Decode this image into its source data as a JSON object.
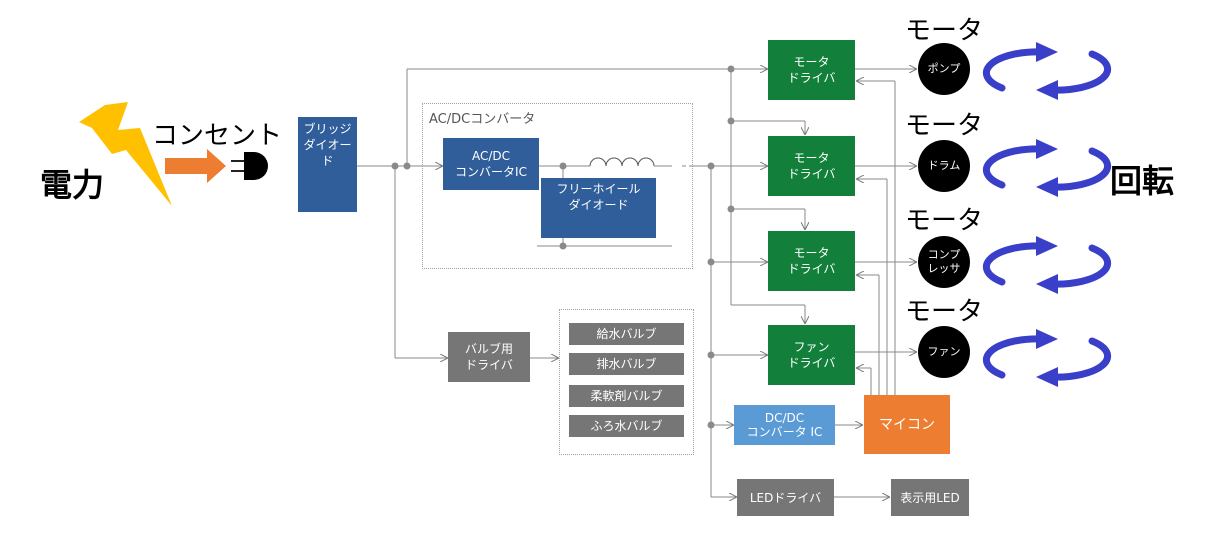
{
  "power_label": "電力",
  "outlet_label": "コンセント",
  "rotation_label": "回転",
  "bridge_diode": [
    "ブリッジ",
    "ダイオード"
  ],
  "acdc_group_label": "AC/DCコンバータ",
  "acdc_ic": [
    "AC/DC",
    "コンバータIC"
  ],
  "freewheel_diode": [
    "フリーホイール",
    "ダイオード"
  ],
  "valve_driver": [
    "バルブ用",
    "ドライバ"
  ],
  "valves": [
    "給水バルブ",
    "排水バルブ",
    "柔軟剤バルブ",
    "ふろ水バルブ"
  ],
  "motor_drivers": [
    [
      "モータ",
      "ドライバ"
    ],
    [
      "モータ",
      "ドライバ"
    ],
    [
      "モータ",
      "ドライバ"
    ],
    [
      "ファン",
      "ドライバ"
    ]
  ],
  "motor_title": "モータ",
  "motors": [
    [
      "ポンプ"
    ],
    [
      "ドラム"
    ],
    [
      "コンプ",
      "レッサ"
    ],
    [
      "ファン"
    ]
  ],
  "dcdc_ic": [
    "DC/DC",
    "コンバータ IC"
  ],
  "mcu_label": "マイコン",
  "led_driver_label": "LEDドライバ",
  "display_led_label": "表示用LED",
  "colors": {
    "bridge_blue": "#2f5e9a",
    "driver_green": "#12803a",
    "valve_gray": "#767676",
    "dcdc_light_blue": "#5b9bd5",
    "mcu_orange": "#ed7d31",
    "lightning_yellow": "#ffc000",
    "rotation_arrow_blue": "#3a3fc9"
  }
}
